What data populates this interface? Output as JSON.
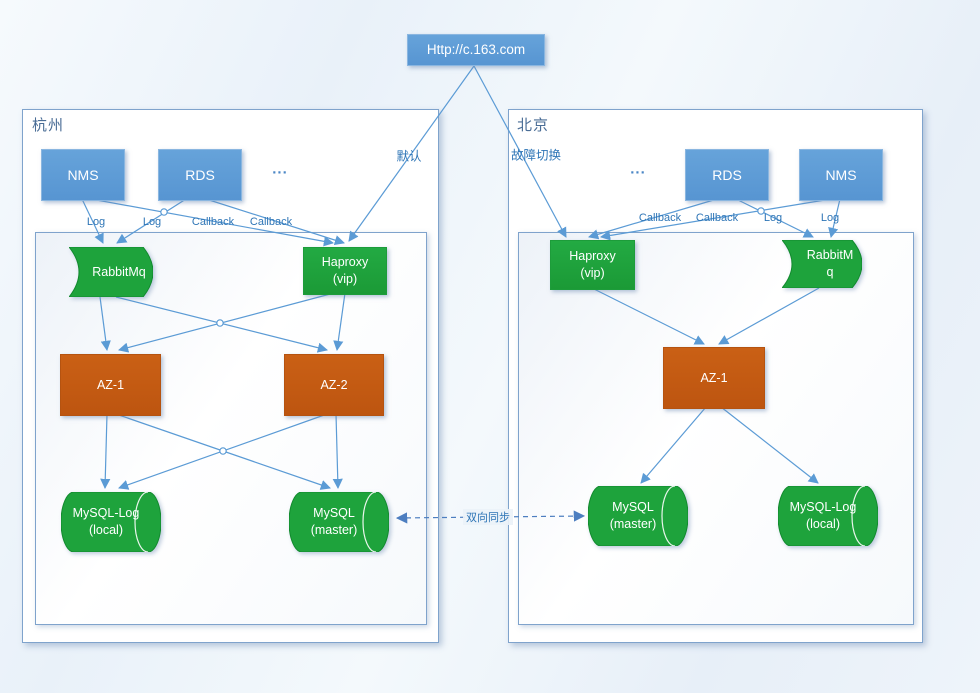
{
  "header": {
    "root_label": "Http://c.163.com"
  },
  "annotations": {
    "default": "默认",
    "failover": "故障切换",
    "sync": "双向同步"
  },
  "left": {
    "title": "杭州",
    "nms": "NMS",
    "rds": "RDS",
    "dots": "...",
    "edge_labels": {
      "log1": "Log",
      "log2": "Log",
      "cb1": "Callback",
      "cb2": "Callback"
    },
    "rabbitmq": "RabbitMq",
    "haproxy": "Haproxy\n(vip)",
    "az1": "AZ-1",
    "az2": "AZ-2",
    "mysql_log": "MySQL-Log\n(local)",
    "mysql_master": "MySQL\n(master)"
  },
  "right": {
    "title": "北京",
    "dots": "...",
    "rds": "RDS",
    "nms": "NMS",
    "edge_labels": {
      "cb1": "Callback",
      "cb2": "Callback",
      "log1": "Log",
      "log2": "Log"
    },
    "haproxy": "Haproxy\n(vip)",
    "rabbitmq": "RabbitM\nq",
    "az1": "AZ-1",
    "mysql_master": "MySQL\n(master)",
    "mysql_log": "MySQL-Log\n(local)"
  },
  "colors": {
    "node_blue": "#5b9bd5",
    "node_green": "#1ea33c",
    "node_orange": "#c55a11",
    "connector": "#5b9bd5",
    "label_text": "#2e75b6",
    "region_border": "#7fa3cc"
  }
}
